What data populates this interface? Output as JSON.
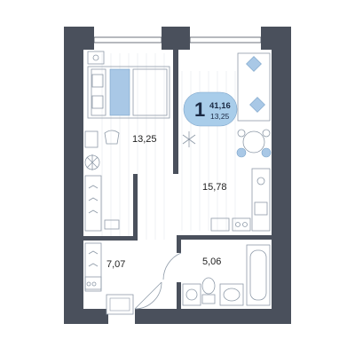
{
  "apartment": {
    "rooms_count": "1",
    "total_area": "41,16",
    "living_area": "13,25"
  },
  "rooms": [
    {
      "id": "bedroom",
      "area": "13,25"
    },
    {
      "id": "kitchen-living",
      "area": "15,78"
    },
    {
      "id": "hallway",
      "area": "7,07"
    },
    {
      "id": "bathroom",
      "area": "5,06"
    }
  ],
  "colors": {
    "wall": "#4a505c",
    "badge": "#a9cdea",
    "furniture_accent": "#a9c8e6",
    "floor": "#ffffff"
  }
}
